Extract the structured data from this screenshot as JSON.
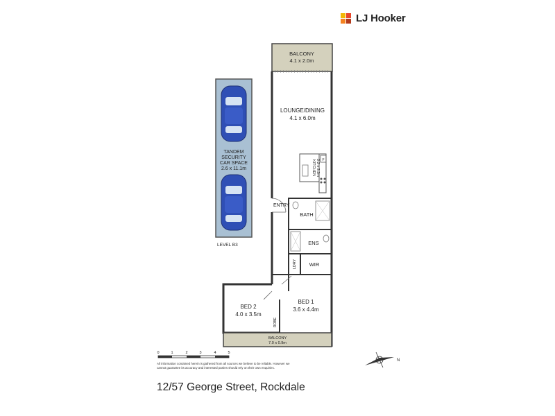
{
  "brand": {
    "name": "LJ Hooker",
    "colors": {
      "yellow": "#f2b705",
      "red": "#e8462b",
      "orange": "#f58220",
      "dark": "#b23a1c"
    }
  },
  "plan": {
    "rooms": {
      "balcony_top": {
        "name": "BALCONY",
        "size": "4.1 x 2.0m"
      },
      "lounge": {
        "name": "LOUNGE/DINING",
        "size": "4.1 x 6.0m"
      },
      "kitchen": {
        "name": "KITCHEN",
        "size": "2.2 x 3.2m"
      },
      "entry": {
        "name": "ENTRY"
      },
      "bath": {
        "name": "BATH"
      },
      "ens": {
        "name": "ENS"
      },
      "ldry": {
        "name": "LDRY"
      },
      "wir": {
        "name": "WIR"
      },
      "bed1": {
        "name": "BED 1",
        "size": "3.6 x 4.4m"
      },
      "bed2": {
        "name": "BED 2",
        "size": "4.0 x 3.5m"
      },
      "robe": {
        "name": "ROBE"
      },
      "balcony_bottom": {
        "name": "BALCONY",
        "size": "7.0 x 0.9m"
      }
    },
    "fridge_label": "F",
    "car_space": {
      "line1": "TANDEM",
      "line2": "SECURITY",
      "line3": "CAR SPACE",
      "size": "2.6 x 11.1m",
      "level": "LEVEL B3"
    },
    "scale_ticks": [
      "0",
      "1",
      "2",
      "3",
      "4",
      "5"
    ],
    "compass": "N"
  },
  "disclaimer": "All information contained herein is gathered from all sources we believe to be reliable. However we cannot guarantee its accuracy and interested parties should rely on their own enquiries.",
  "address": "12/57 George Street, Rockdale"
}
